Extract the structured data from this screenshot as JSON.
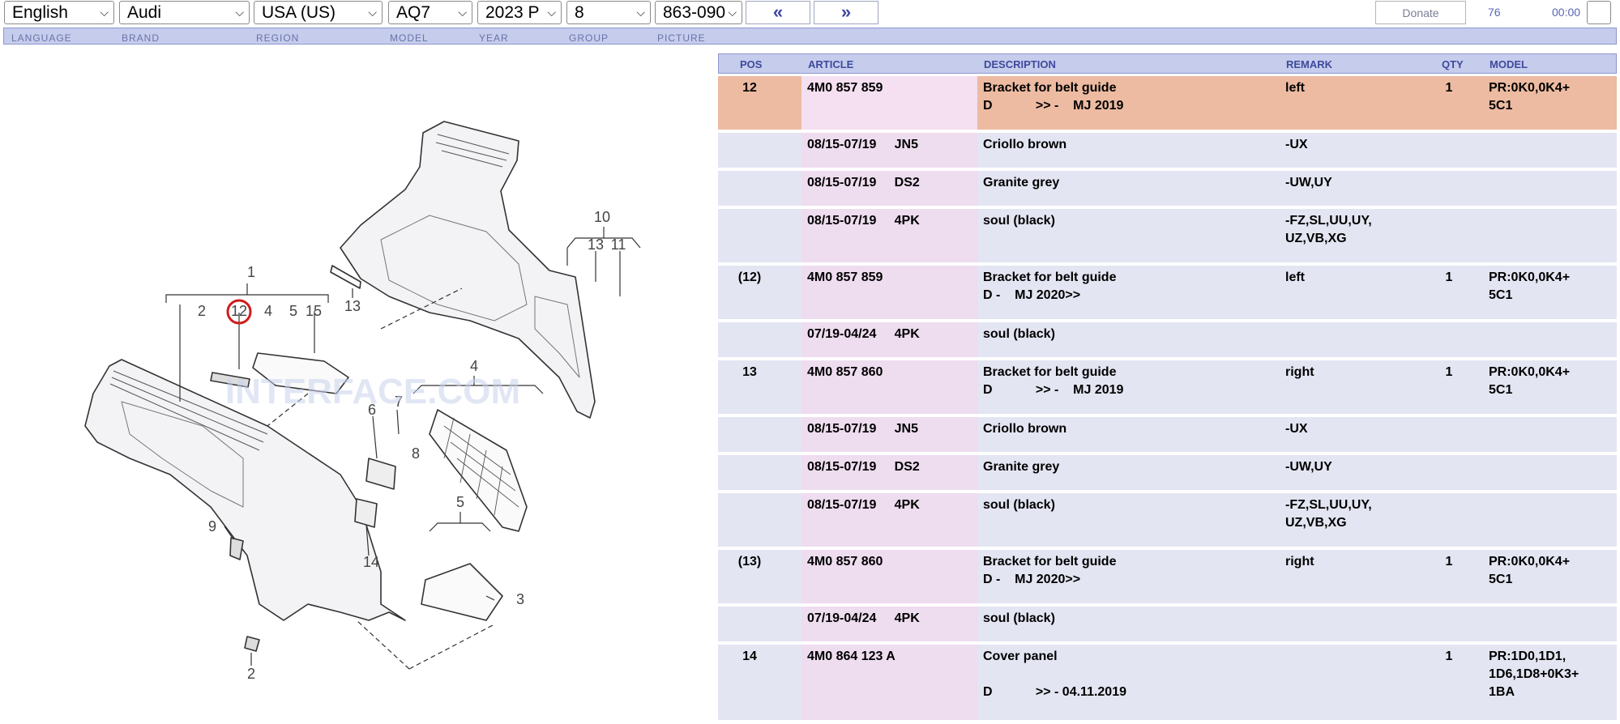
{
  "toolbar": {
    "selects": [
      {
        "name": "language",
        "value": "English"
      },
      {
        "name": "brand",
        "value": "Audi"
      },
      {
        "name": "region",
        "value": "USA (US)"
      },
      {
        "name": "model",
        "value": "AQ7"
      },
      {
        "name": "year",
        "value": "2023  P"
      },
      {
        "name": "group",
        "value": "8"
      },
      {
        "name": "picture",
        "value": "863-090"
      }
    ],
    "prev_label": "«",
    "next_label": "»",
    "donate_label": "Donate",
    "count": "76",
    "time": "00:00"
  },
  "labels": [
    "LANGUAGE",
    "BRAND",
    "REGION",
    "MODEL",
    "YEAR",
    "GROUP",
    "PICTURE"
  ],
  "diagram": {
    "callouts": [
      "1",
      "2",
      "12",
      "4",
      "5",
      "15",
      "13",
      "10",
      "13",
      "11",
      "6",
      "7",
      "8",
      "4",
      "14",
      "9",
      "2",
      "5",
      "3"
    ],
    "watermark": "INTERFACE.COM"
  },
  "table": {
    "headers": [
      "POS",
      "ARTICLE",
      "DESCRIPTION",
      "REMARK",
      "QTY",
      "MODEL"
    ],
    "rows": [
      {
        "pos": "12",
        "article": "4M0 857 859",
        "description": "Bracket for belt guide\nD            >> -    MJ 2019",
        "remark": "left",
        "qty": "1",
        "model": "PR:0K0,0K4+\n5C1",
        "highlight": true
      },
      {
        "pos": "",
        "article": "08/15-07/19     JN5",
        "description": "Criollo brown",
        "remark": "-UX",
        "qty": "",
        "model": ""
      },
      {
        "pos": "",
        "article": "08/15-07/19     DS2",
        "description": "Granite grey",
        "remark": "-UW,UY",
        "qty": "",
        "model": ""
      },
      {
        "pos": "",
        "article": "08/15-07/19     4PK",
        "description": "soul (black)",
        "remark": "-FZ,SL,UU,UY,\nUZ,VB,XG",
        "qty": "",
        "model": ""
      },
      {
        "pos": "(12)",
        "article": "4M0 857 859",
        "description": "Bracket for belt guide\nD -    MJ 2020>>",
        "remark": "left",
        "qty": "1",
        "model": "PR:0K0,0K4+\n5C1"
      },
      {
        "pos": "",
        "article": "07/19-04/24     4PK",
        "description": "soul (black)",
        "remark": "",
        "qty": "",
        "model": ""
      },
      {
        "pos": "13",
        "article": "4M0 857 860",
        "description": "Bracket for belt guide\nD            >> -    MJ 2019",
        "remark": "right",
        "qty": "1",
        "model": "PR:0K0,0K4+\n5C1"
      },
      {
        "pos": "",
        "article": "08/15-07/19     JN5",
        "description": "Criollo brown",
        "remark": "-UX",
        "qty": "",
        "model": ""
      },
      {
        "pos": "",
        "article": "08/15-07/19     DS2",
        "description": "Granite grey",
        "remark": "-UW,UY",
        "qty": "",
        "model": ""
      },
      {
        "pos": "",
        "article": "08/15-07/19     4PK",
        "description": "soul (black)",
        "remark": "-FZ,SL,UU,UY,\nUZ,VB,XG",
        "qty": "",
        "model": ""
      },
      {
        "pos": "(13)",
        "article": "4M0 857 860",
        "description": "Bracket for belt guide\nD -    MJ 2020>>",
        "remark": "right",
        "qty": "1",
        "model": "PR:0K0,0K4+\n5C1"
      },
      {
        "pos": "",
        "article": "07/19-04/24     4PK",
        "description": "soul (black)",
        "remark": "",
        "qty": "",
        "model": ""
      },
      {
        "pos": "14",
        "article": "4M0 864 123 A",
        "description": "Cover panel\n\nD            >> - 04.11.2019",
        "remark": "",
        "qty": "1",
        "model": "PR:1D0,1D1,\n1D6,1D8+0K3+\n1BA"
      }
    ]
  }
}
